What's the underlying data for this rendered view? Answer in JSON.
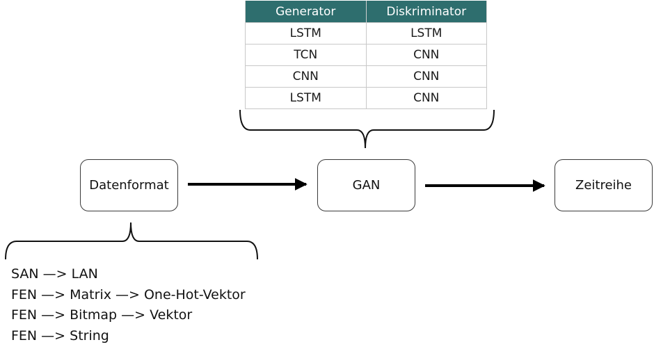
{
  "table": {
    "headers": [
      "Generator",
      "Diskriminator"
    ],
    "rows": [
      [
        "LSTM",
        "LSTM"
      ],
      [
        "TCN",
        "CNN"
      ],
      [
        "CNN",
        "CNN"
      ],
      [
        "LSTM",
        "CNN"
      ]
    ],
    "header_color": "#2e6e6e"
  },
  "nodes": {
    "datenformat": "Datenformat",
    "gan": "GAN",
    "zeitreihe": "Zeitreihe"
  },
  "format_list": [
    "SAN —> LAN",
    "FEN —> Matrix —> One-Hot-Vektor",
    "FEN —> Bitmap —> Vektor",
    "FEN —> String"
  ]
}
